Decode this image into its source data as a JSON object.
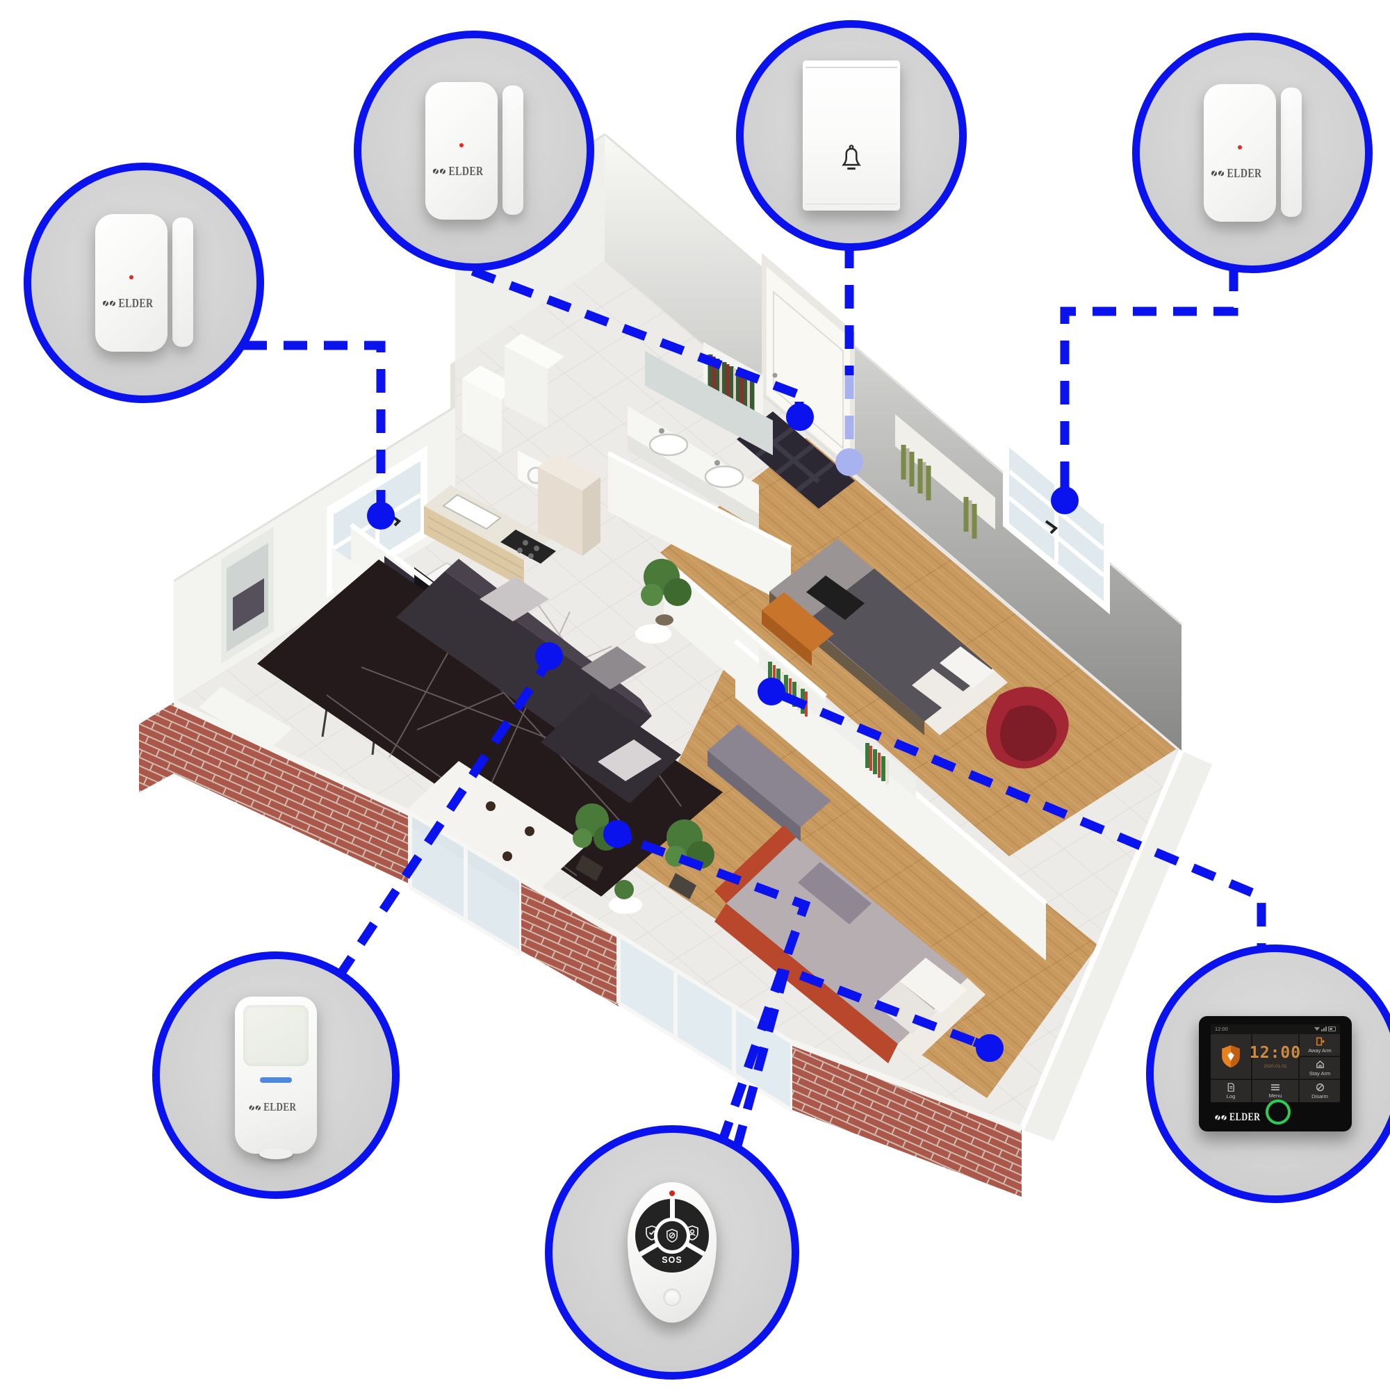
{
  "brand": "ELDER",
  "colors": {
    "accent_blue": "#0a12ee",
    "faded_line_blue": "#a8b2ef",
    "circle_fill": "#d2d2d2",
    "led_red": "#e02a20",
    "pir_led_blue": "#4f86e0",
    "panel_orange": "#e8821e",
    "panel_green": "#2ecc55"
  },
  "callouts": {
    "remote": {
      "sos": "SOS"
    },
    "panel": {
      "status_time": "12:00",
      "time": "12:00",
      "date": "2020-01-01",
      "away": "Away Arm",
      "stay": "Stay Arm",
      "log": "Log",
      "menu": "Menu",
      "disarm": "Disarm"
    }
  }
}
